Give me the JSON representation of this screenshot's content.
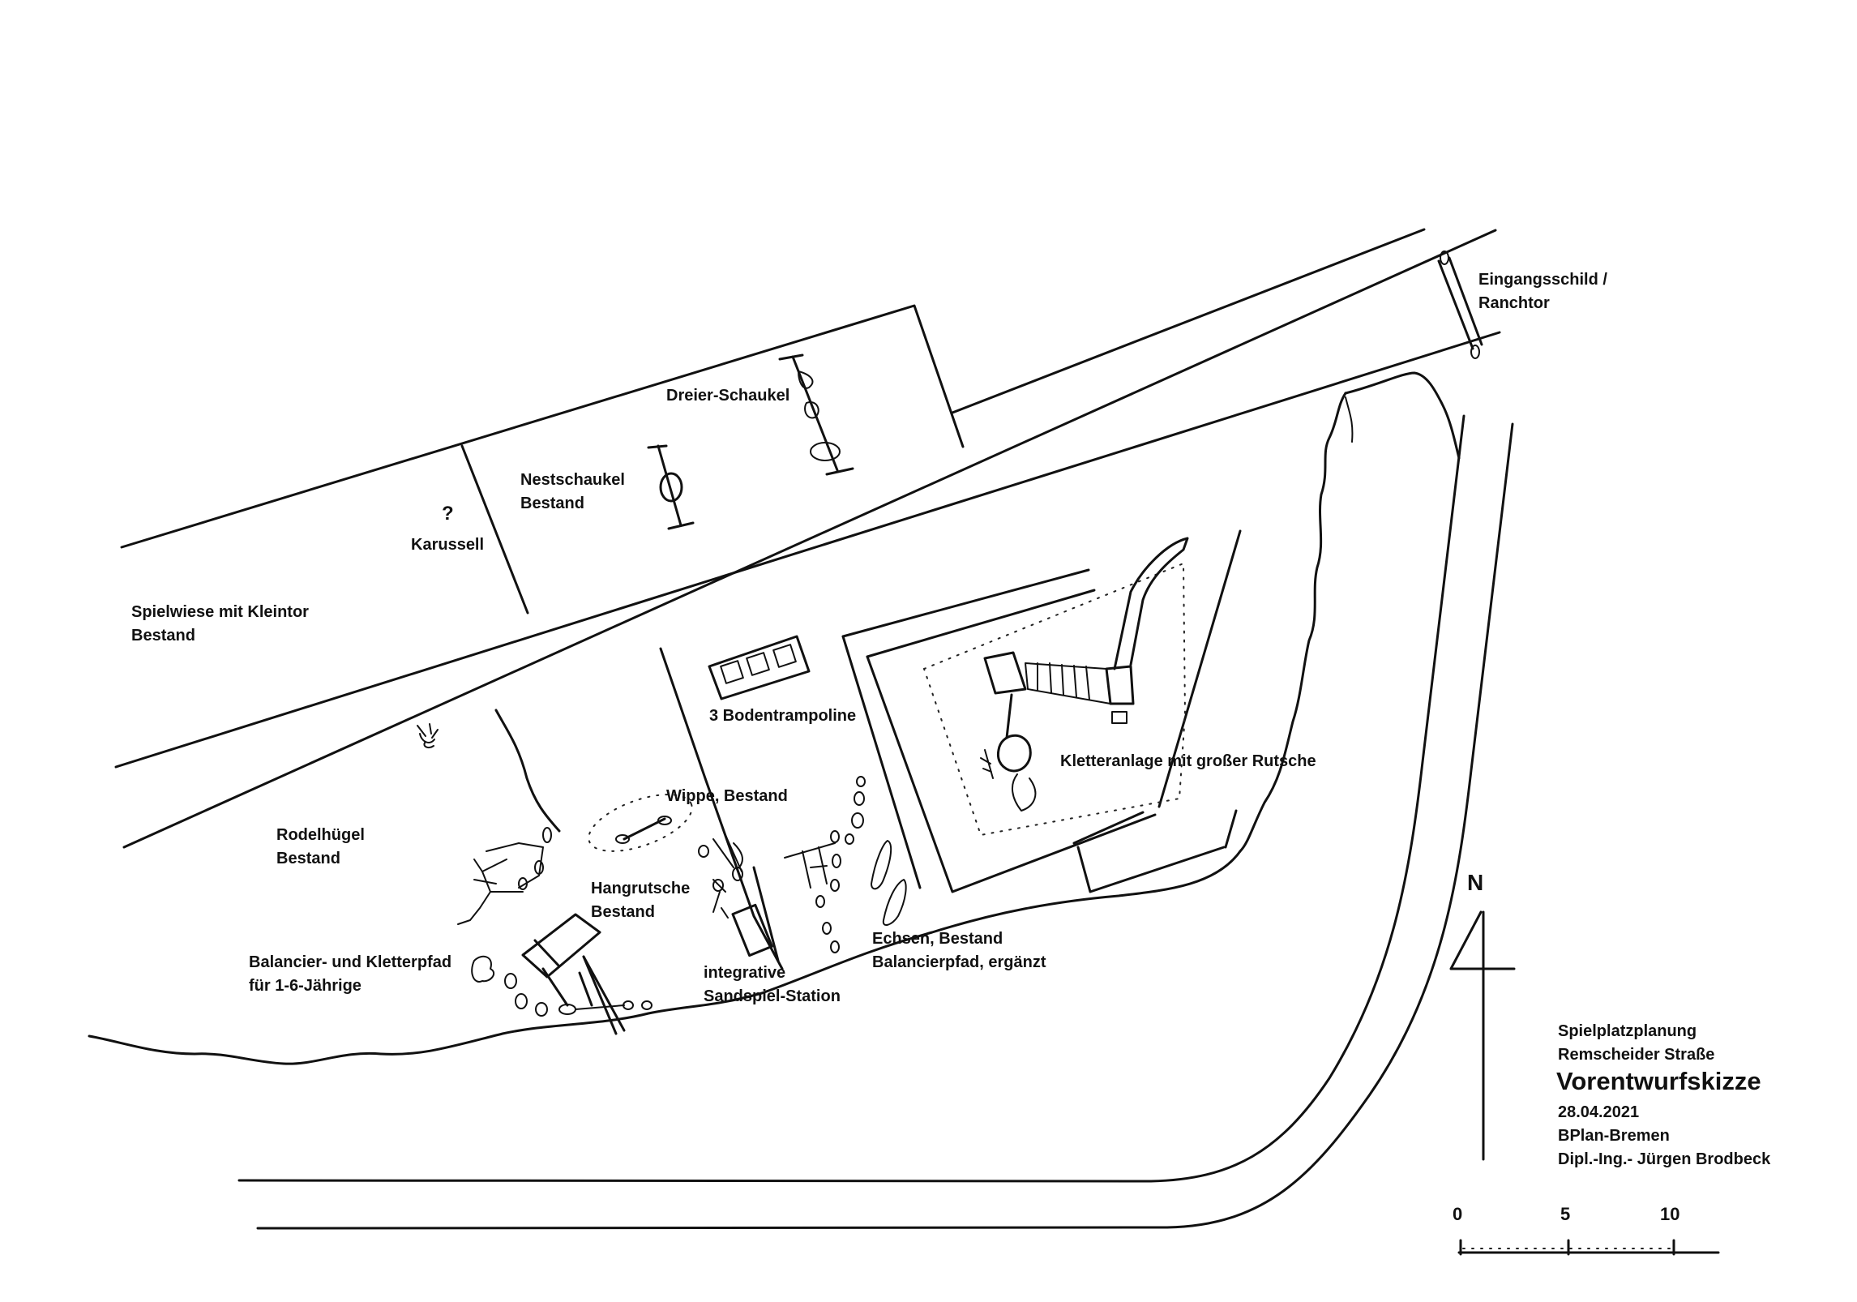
{
  "map": {
    "labels": {
      "spielwiese": [
        "Spielwiese mit Kleintor",
        "Bestand"
      ],
      "karussell_q": "?",
      "karussell": "Karussell",
      "nestschaukel": [
        "Nestschaukel",
        "Bestand"
      ],
      "dreier_schaukel": "Dreier-Schaukel",
      "eingang": [
        "Eingangsschild /",
        "Ranchtor"
      ],
      "bodentrampoline": "3 Bodentrampoline",
      "kletteranlage": "Kletteranlage mit großer Rutsche",
      "wippe": "Wippe, Bestand",
      "rodelhuegel": [
        "Rodelhügel",
        "Bestand"
      ],
      "hangrutsche": [
        "Hangrutsche",
        "Bestand"
      ],
      "balancier": [
        "Balancier- und Kletterpfad",
        "für 1-6-Jährige"
      ],
      "sandspiel": [
        "integrative",
        "Sandspiel-Station"
      ],
      "echsen": [
        "Echsen, Bestand",
        "Balancierpfad, ergänzt"
      ]
    },
    "north": "N",
    "scale": {
      "ticks": [
        "0",
        "5",
        "10"
      ]
    }
  },
  "title_block": {
    "line1": "Spielplatzplanung",
    "line2": "Remscheider Straße",
    "title": "Vorentwurfskizze",
    "date": "28.04.2021",
    "company": "BPlan-Bremen",
    "author": "Dipl.-Ing.- Jürgen Brodbeck"
  }
}
